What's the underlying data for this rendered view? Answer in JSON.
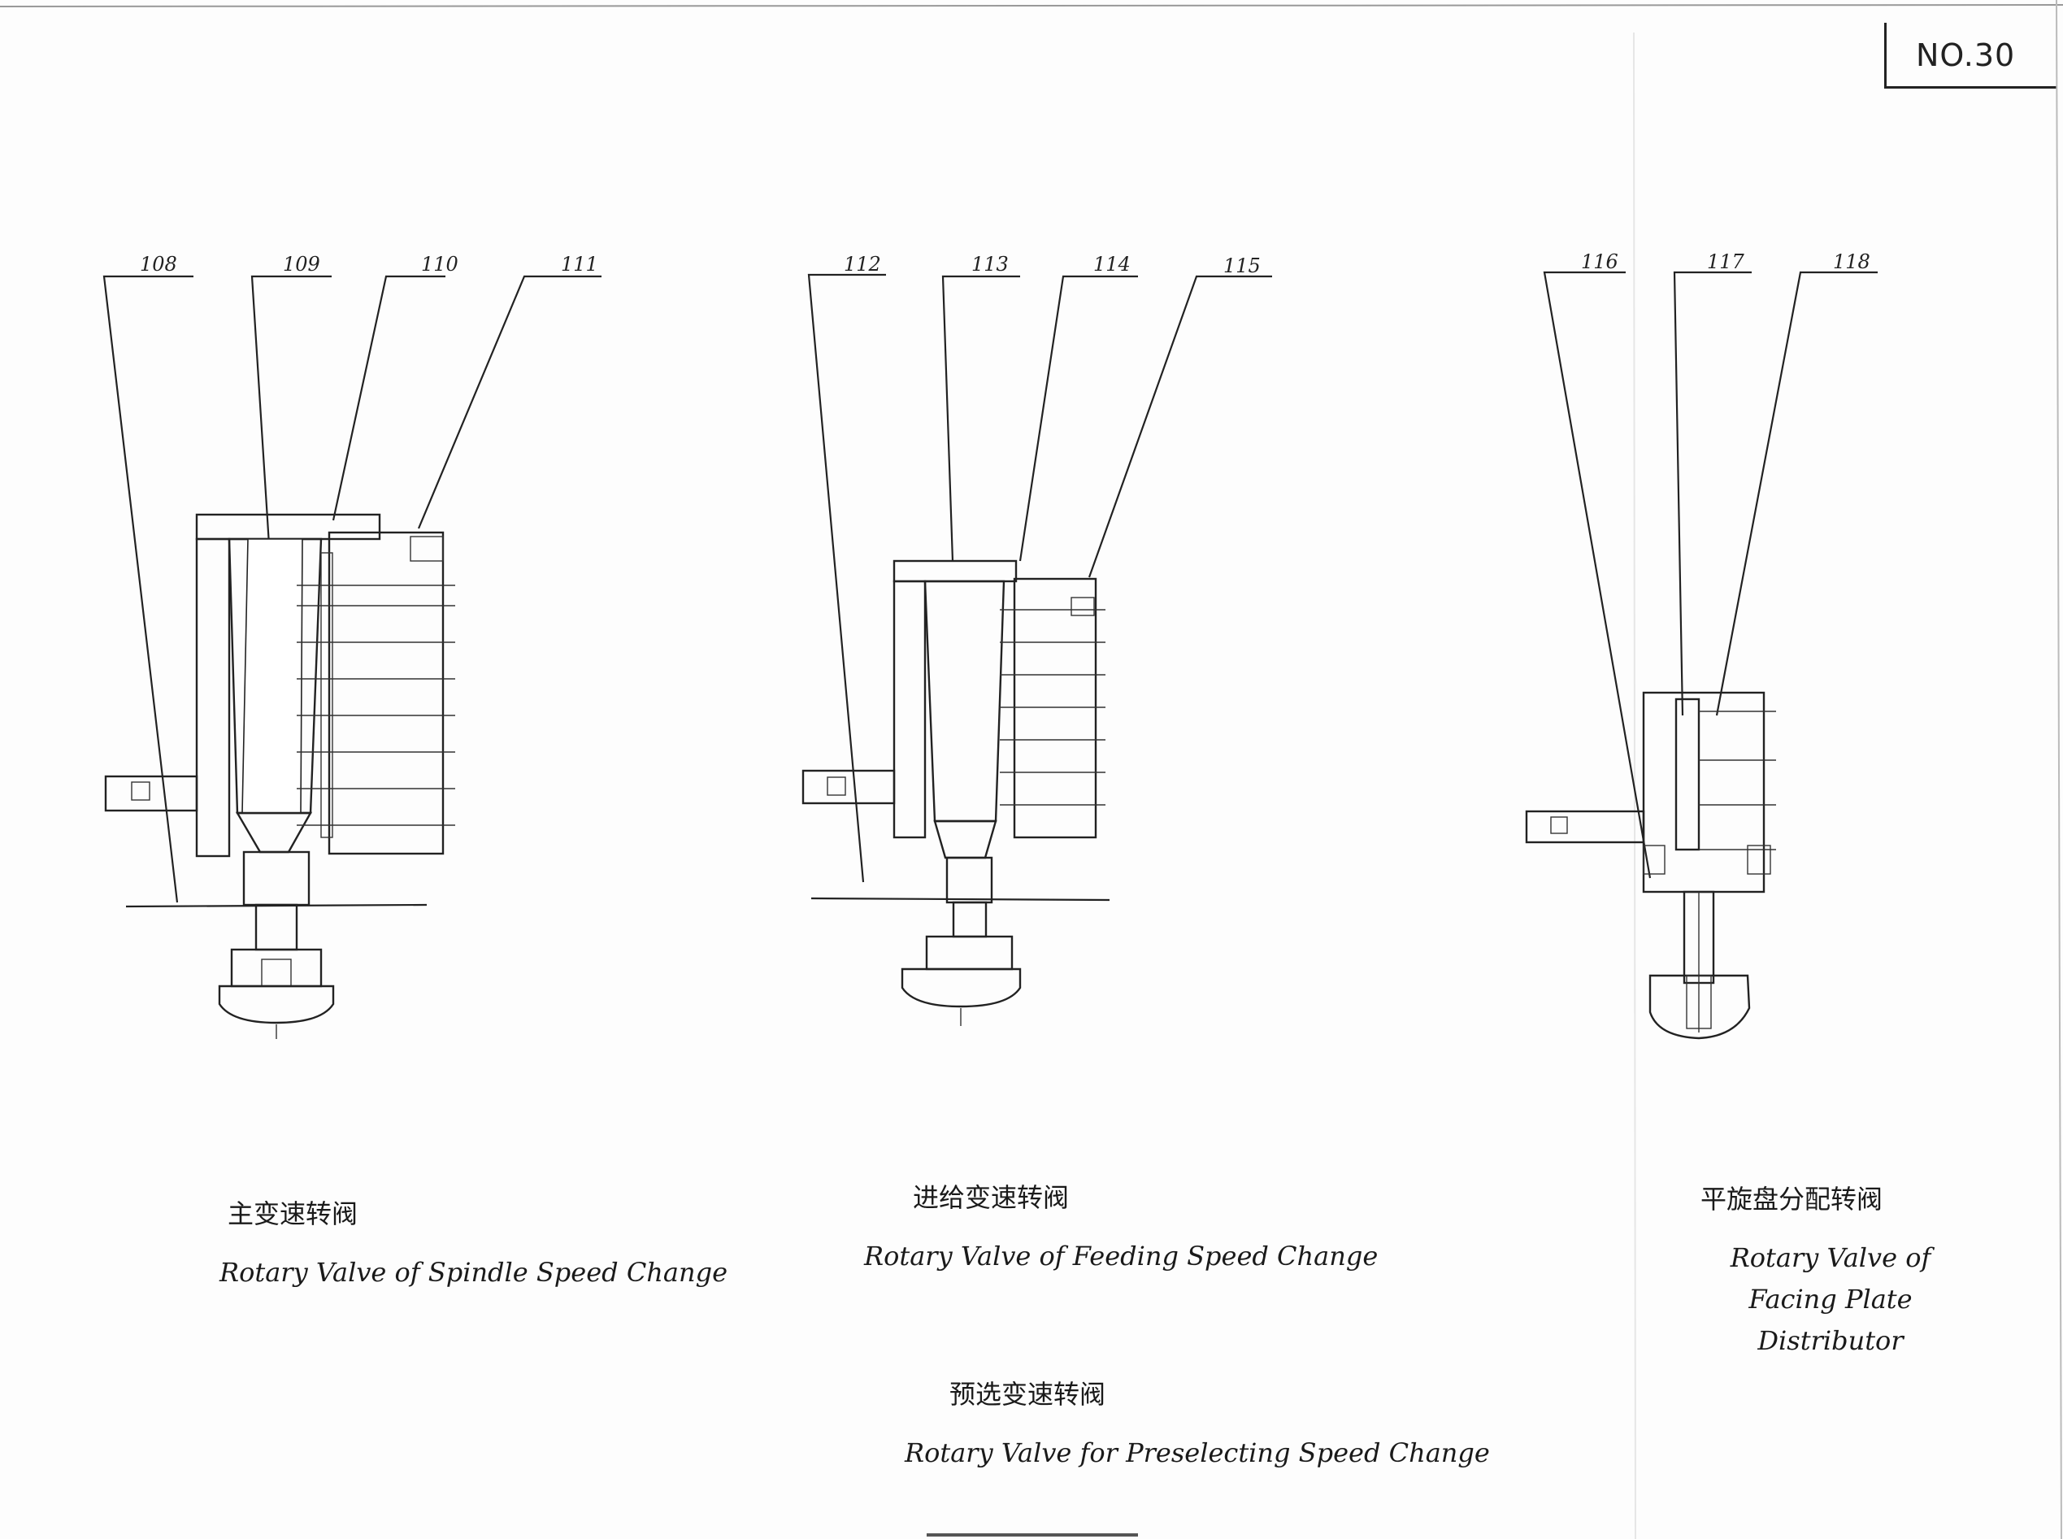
{
  "sheet": {
    "number": "NO.30"
  },
  "part_labels": [
    "108",
    "109",
    "110",
    "111",
    "112",
    "113",
    "114",
    "115",
    "116",
    "117",
    "118"
  ],
  "captions": {
    "spindle": {
      "zh": "主变速转阀",
      "en": "Rotary Valve of Spindle Speed Change"
    },
    "feeding": {
      "zh": "进给变速转阀",
      "en": "Rotary Valve of Feeding Speed Change"
    },
    "facing": {
      "zh": "平旋盘分配转阀",
      "en": "Rotary Valve of Facing Plate Distributor"
    },
    "preselect": {
      "zh": "预选变速转阀",
      "en": "Rotary Valve for Preselecting Speed Change"
    }
  }
}
